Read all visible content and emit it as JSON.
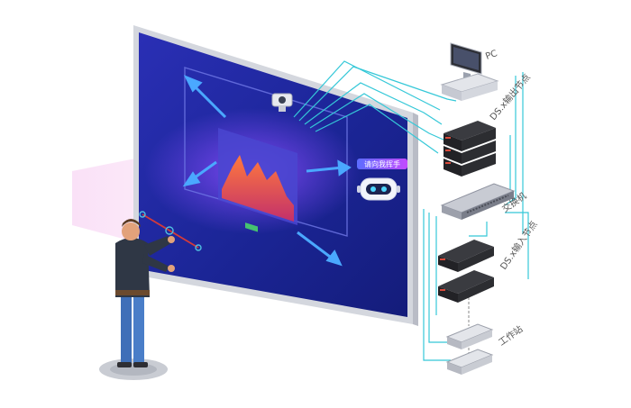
{
  "labels": {
    "pc": "PC",
    "output_node": "DS.x输出节点",
    "switch": "交换机",
    "input_node": "DS.x输入节点",
    "workstation": "工作站"
  },
  "robot_badge": "请向我挥手",
  "colors": {
    "screen": "#1d2a9e",
    "screen_glow": "#6a3fe0",
    "bezel": "#d4d7de",
    "cable": "#35c8d8",
    "device_dark": "#2a2a2e",
    "arrow": "#4aa8ff",
    "badge_gradient_start": "#5b6cff",
    "badge_gradient_end": "#c24bff"
  },
  "icons": [
    "camera-icon",
    "robot-icon",
    "gesture-wand-icon"
  ]
}
